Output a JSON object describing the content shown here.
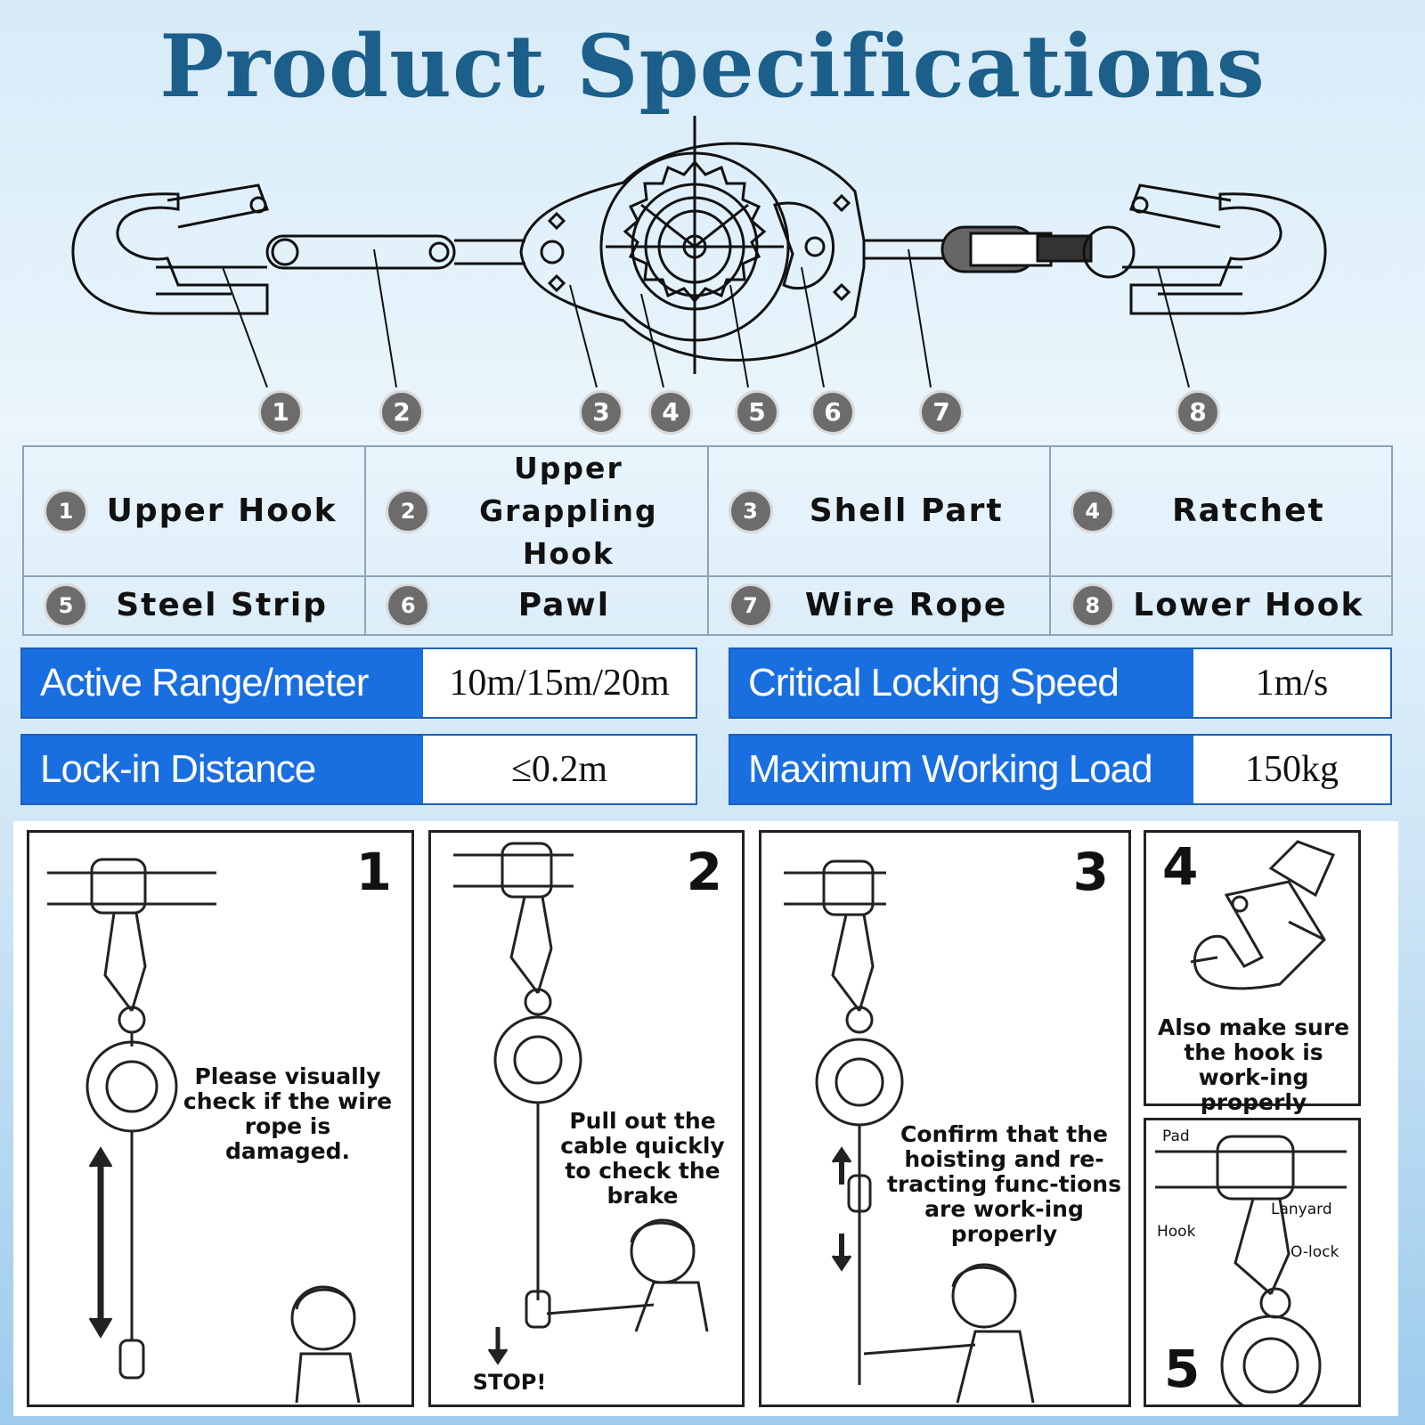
{
  "title": "Product Specifications",
  "callouts": [
    "1",
    "2",
    "3",
    "4",
    "5",
    "6",
    "7",
    "8"
  ],
  "parts": [
    {
      "num": "1",
      "label": "Upper Hook"
    },
    {
      "num": "2",
      "label": "Upper Grappling Hook"
    },
    {
      "num": "3",
      "label": "Shell Part"
    },
    {
      "num": "4",
      "label": "Ratchet"
    },
    {
      "num": "5",
      "label": "Steel Strip"
    },
    {
      "num": "6",
      "label": "Pawl"
    },
    {
      "num": "7",
      "label": "Wire Rope"
    },
    {
      "num": "8",
      "label": "Lower Hook"
    }
  ],
  "specs": {
    "active_range": {
      "label": "Active Range/meter",
      "value": "10m/15m/20m"
    },
    "locking_speed": {
      "label": "Critical Locking Speed",
      "value": "1m/s"
    },
    "lockin_distance": {
      "label": "Lock-in Distance",
      "value": "≤0.2m"
    },
    "max_load": {
      "label": "Maximum Working Load",
      "value": "150kg"
    }
  },
  "colors": {
    "title": "#1b5f8a",
    "spec_key_bg": "#1a6fe0",
    "callout_bg": "#6c6c6c"
  },
  "steps": [
    {
      "num": "1",
      "text": "Please visually check if the wire rope is damaged."
    },
    {
      "num": "2",
      "text": "Pull out the cable quickly to check the brake",
      "stop": "STOP!"
    },
    {
      "num": "3",
      "text": "Confirm that the hoisting and re-tracting func-tions are work-ing properly"
    },
    {
      "num": "4",
      "text": "Also make sure the hook is work-ing properly"
    },
    {
      "num": "5",
      "labels": {
        "pad": "Pad",
        "lanyard": "Lanyard",
        "hook": "Hook",
        "olock": "O-lock"
      }
    }
  ]
}
